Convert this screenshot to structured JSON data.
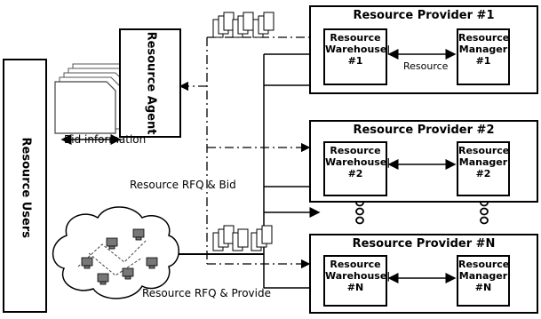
{
  "labels": {
    "resource_users": "Resource Users",
    "resource_agent": "Resource Agent",
    "bid_information": "Bid information",
    "rfq_bid": "Resource RFQ & Bid",
    "rfq_provide": "Resource RFQ & Provide",
    "resource_between": "Resource"
  },
  "providers": [
    {
      "title": "Resource Provider #1",
      "warehouse": [
        "Resource",
        "Warehouse|",
        "#1"
      ],
      "manager": [
        "Resource",
        "Manager",
        "#1"
      ]
    },
    {
      "title": "Resource Provider #2",
      "warehouse": [
        "Resource",
        "Warehouse|",
        "#2"
      ],
      "manager": [
        "Resource",
        "Manager",
        "#2"
      ]
    },
    {
      "title": "Resource Provider #N",
      "warehouse": [
        "Resource",
        "Warehouse|",
        "#N"
      ],
      "manager": [
        "Resource",
        "Manager",
        "#N"
      ]
    }
  ]
}
